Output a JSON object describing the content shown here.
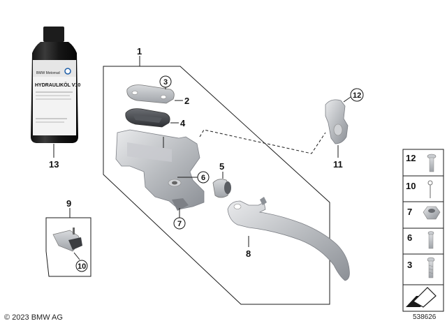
{
  "copyright": "© 2023 BMW AG",
  "diagram_number": "538626",
  "bottle": {
    "brand": "BMW Motorrad",
    "product": "HYDRAULIKÖL V10"
  },
  "callouts": {
    "c1": "1",
    "c2": "2",
    "c3": "3",
    "c4": "4",
    "c5": "5",
    "c6": "6",
    "c7": "7",
    "c8": "8",
    "c9": "9",
    "c10": "10",
    "c11": "11",
    "c12": "12",
    "c13": "13"
  },
  "legend": [
    {
      "label": "12",
      "icon": "bolt-icon"
    },
    {
      "label": "10",
      "icon": "pin-icon"
    },
    {
      "label": "7",
      "icon": "nut-icon"
    },
    {
      "label": "6",
      "icon": "pin-icon"
    },
    {
      "label": "3",
      "icon": "screw-icon"
    }
  ],
  "legend_footer_icon": "arrow-tool-icon"
}
